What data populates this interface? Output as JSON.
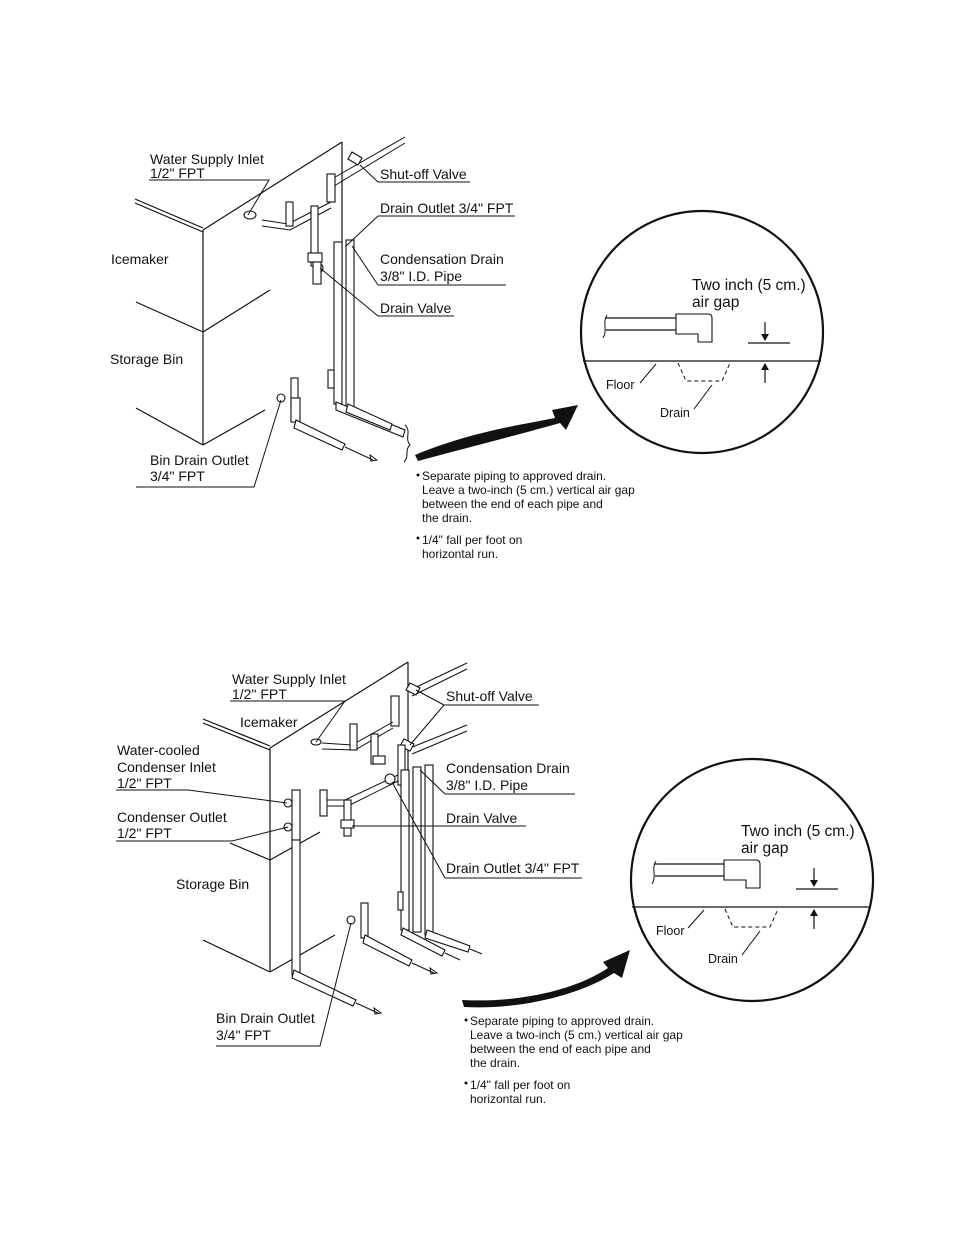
{
  "diagram1": {
    "labels": {
      "water_supply_inlet": "Water Supply Inlet",
      "water_supply_size": "1/2\" FPT",
      "shutoff_valve": "Shut-off Valve",
      "drain_outlet": "Drain Outlet 3/4\" FPT",
      "condensation_drain": "Condensation Drain",
      "condensation_pipe": "3/8\" I.D. Pipe",
      "drain_valve": "Drain Valve",
      "icemaker": "Icemaker",
      "storage_bin": "Storage Bin",
      "bin_drain_outlet": "Bin Drain Outlet",
      "bin_drain_size": "3/4\" FPT"
    },
    "detail": {
      "air_gap_line1": "Two inch (5 cm.)",
      "air_gap_line2": "air gap",
      "floor": "Floor",
      "drain": "Drain"
    },
    "notes": {
      "note1_line1": "Separate piping to approved drain.",
      "note1_line2": "Leave a two-inch (5 cm.) vertical air gap",
      "note1_line3": "between the end of each pipe and",
      "note1_line4": "the drain.",
      "note2_line1": "1/4\" fall per foot on",
      "note2_line2": "horizontal run."
    }
  },
  "diagram2": {
    "labels": {
      "water_supply_inlet": "Water Supply Inlet",
      "water_supply_size": "1/2\" FPT",
      "shutoff_valve": "Shut-off Valve",
      "icemaker": "Icemaker",
      "water_cooled_line1": "Water-cooled",
      "water_cooled_line2": "Condenser Inlet",
      "water_cooled_size": "1/2\" FPT",
      "condenser_outlet": "Condenser Outlet",
      "condenser_outlet_size": "1/2\" FPT",
      "condensation_drain": "Condensation Drain",
      "condensation_pipe": "3/8\" I.D. Pipe",
      "drain_valve": "Drain Valve",
      "drain_outlet": "Drain Outlet 3/4\" FPT",
      "storage_bin": "Storage Bin",
      "bin_drain_outlet": "Bin Drain Outlet",
      "bin_drain_size": "3/4\" FPT"
    },
    "detail": {
      "air_gap_line1": "Two inch (5 cm.)",
      "air_gap_line2": "air gap",
      "floor": "Floor",
      "drain": "Drain"
    },
    "notes": {
      "note1_line1": "Separate piping to approved drain.",
      "note1_line2": "Leave a two-inch (5 cm.) vertical air gap",
      "note1_line3": "between the end of each pipe and",
      "note1_line4": "the drain.",
      "note2_line1": "1/4\" fall per foot on",
      "note2_line2": "horizontal run."
    }
  }
}
